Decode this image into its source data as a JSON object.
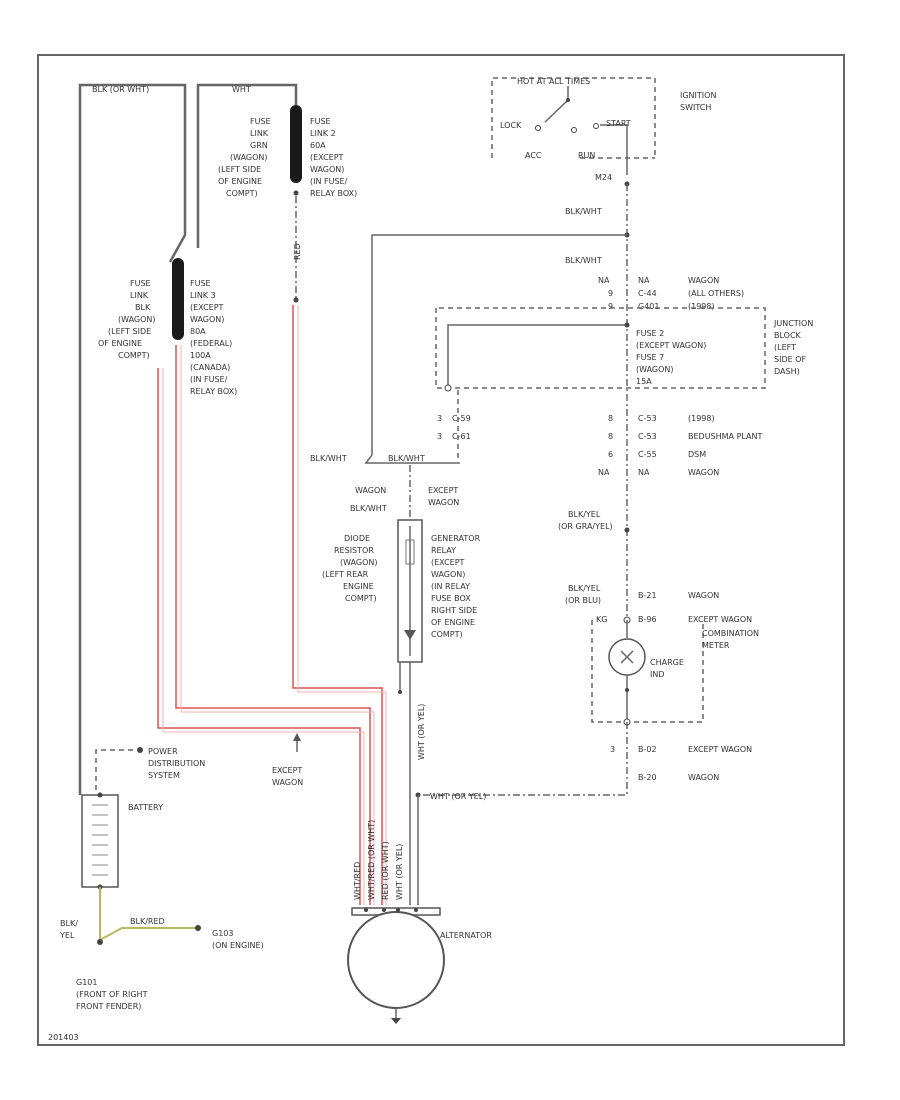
{
  "title": "",
  "footer_code": "201403",
  "wire_top": {
    "left": "BLK (OR WHT)",
    "right": "WHT"
  },
  "ignition": {
    "hot_at_all_times": "HOT AT ALL TIMES",
    "switch_lines": [
      "IGNITION",
      "SWITCH"
    ],
    "lock": "LOCK",
    "acc": "ACC",
    "run": "RUN",
    "start": "START",
    "connector": "M24"
  },
  "fusible_link_2": {
    "left_lines": [
      "FUSE",
      "LINK",
      "GRN",
      "(WAGON)",
      "(LEFT SIDE",
      "OF ENGINE",
      "COMPT)"
    ],
    "right_lines": [
      "FUSE",
      "LINK 2",
      "60A",
      "(EXCEPT",
      "WAGON)",
      "(IN FUSE/",
      "RELAY BOX)"
    ],
    "wire_color": "RED"
  },
  "fusible_link_3": {
    "left_lines": [
      "FUSE",
      "LINK",
      "BLK",
      "(WAGON)",
      "(LEFT SIDE",
      "OF ENGINE",
      "COMPT)"
    ],
    "right_lines": [
      "FUSE",
      "LINK 3",
      "(EXCEPT",
      "WAGON)",
      "80A",
      "(FEDERAL)",
      "100A",
      "(CANADA)",
      "(IN FUSE/",
      "RELAY BOX)"
    ]
  },
  "right_column": {
    "blk_wht_1": "BLK/WHT",
    "blk_wht_2": "BLK/WHT",
    "conn_rows_1": [
      {
        "pin": "NA",
        "conn": "NA",
        "note": "WAGON"
      },
      {
        "pin": "9",
        "conn": "C-44",
        "note": "(ALL OTHERS)"
      },
      {
        "pin": "9",
        "conn": "G401",
        "note": "(1998)"
      }
    ],
    "junction_block": [
      "JUNCTION",
      "BLOCK",
      "(LEFT",
      "SIDE OF",
      "DASH)"
    ],
    "fuse_lines": [
      "FUSE 2",
      "(EXCEPT WAGON)",
      "FUSE 7",
      "(WAGON)",
      "15A"
    ],
    "conn_rows_2": [
      {
        "pin": "8",
        "conn": "C-53",
        "note": "(1998)"
      },
      {
        "pin": "8",
        "conn": "C-53",
        "note": "BEDUSHMA PLANT"
      },
      {
        "pin": "6",
        "conn": "C-55",
        "note": "DSM"
      },
      {
        "pin": "NA",
        "conn": "NA",
        "note": "WAGON"
      }
    ],
    "blk_yel_1": [
      "BLK/YEL",
      "(OR GRA/YEL)"
    ],
    "blk_yel_2": [
      "BLK/YEL",
      "(OR BLU)"
    ],
    "conn_rows_3": [
      {
        "pin": "",
        "conn": "B-21",
        "note": "WAGON"
      },
      {
        "pin": "KG",
        "conn": "B-96",
        "note": "EXCEPT WAGON"
      }
    ],
    "meter_lines": [
      "COMBINATION",
      "METER"
    ],
    "charge_lines": [
      "CHARGE",
      "IND"
    ],
    "conn_rows_4": [
      {
        "pin": "3",
        "conn": "B-02",
        "note": "EXCEPT WAGON"
      },
      {
        "pin": "",
        "conn": "B-20",
        "note": "WAGON"
      }
    ],
    "wht_label": "WHT (OR YEL)"
  },
  "middle": {
    "conn_rows": [
      {
        "pin": "3",
        "conn": "C-59"
      },
      {
        "pin": "3",
        "conn": "C-61"
      }
    ],
    "blk_wht_left": "BLK/WHT",
    "blk_wht_mid": "BLK/WHT",
    "wagon": "WAGON",
    "except_wagon": [
      "EXCEPT",
      "WAGON"
    ],
    "blk_wht_lower": "BLK/WHT",
    "diode_lines": [
      "DIODE",
      "RESISTOR",
      "(WAGON)",
      "(LEFT REAR",
      "ENGINE",
      "COMPT)"
    ],
    "relay_lines": [
      "GENERATOR",
      "RELAY",
      "(EXCEPT",
      "WAGON)",
      "(IN RELAY",
      "FUSE BOX",
      "RIGHT SIDE",
      "OF ENGINE",
      "COMPT)"
    ],
    "except_wagon_lower": [
      "EXCEPT",
      "WAGON"
    ],
    "wht_vertical": "WHT (OR YEL)"
  },
  "alternator": {
    "label": "ALTERNATOR",
    "wire_labels": [
      "WHT/RED",
      "WHT/RED (OR WHT)",
      "RED (OR WHT)",
      "WHT (OR YEL)"
    ]
  },
  "battery": {
    "label": "BATTERY",
    "power_lines": [
      "POWER",
      "DISTRIBUTION",
      "SYSTEM"
    ],
    "blk_yel": [
      "BLK/",
      "YEL"
    ],
    "wire_label": "BLK/RED",
    "ground_left": [
      "G101",
      "(FRONT OF RIGHT",
      "FRONT FENDER)"
    ],
    "ground_right": [
      "G103",
      "(ON ENGINE)"
    ]
  }
}
